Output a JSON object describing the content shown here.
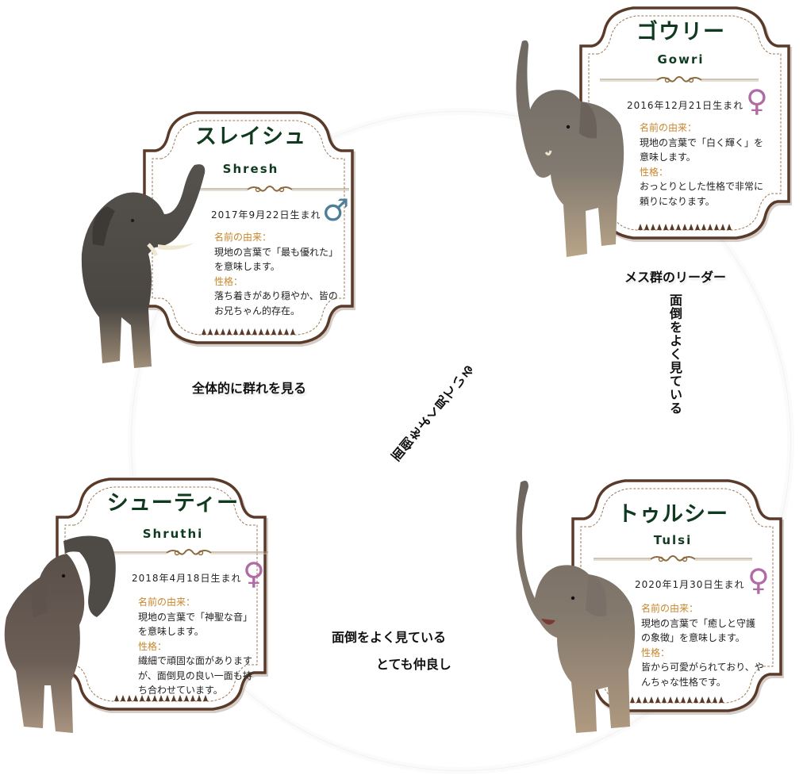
{
  "colors": {
    "frame_brown": "#5a3b2a",
    "dashed_line": "#9a7a5a",
    "name_green": "#0f3a1f",
    "label_orange": "#c8862c",
    "male_blue": "#4e7f98",
    "female_pink": "#b06aa5"
  },
  "elephants": [
    {
      "name_ja": "スレイシュ",
      "name_en": "Shresh",
      "birth": "2017年9月22日生まれ",
      "gender_icon": "male-symbol-icon",
      "gender_glyph": "♂",
      "name_origin_label": "名前の由来：",
      "name_origin_lines": [
        "現地の言葉で「最も優れた」",
        "を意味します。"
      ],
      "personality_label": "性格：",
      "personality_lines": [
        "落ち着きがあり穏やか、皆の",
        "お兄ちゃん的存在。"
      ],
      "caption": "全体的に群れを見る"
    },
    {
      "name_ja": "ゴウリー",
      "name_en": "Gowri",
      "birth": "2016年12月21日生まれ",
      "gender_icon": "female-symbol-icon",
      "gender_glyph": "♀",
      "name_origin_label": "名前の由来：",
      "name_origin_lines": [
        "現地の言葉で「白く輝く」を",
        "意味します。"
      ],
      "personality_label": "性格：",
      "personality_lines": [
        "おっとりとした性格で非常に",
        "頼りになります。"
      ],
      "caption": "メス群のリーダー"
    },
    {
      "name_ja": "シューティー",
      "name_en": "Shruthi",
      "birth": "2018年4月18日生まれ",
      "gender_icon": "female-symbol-icon",
      "gender_glyph": "♀",
      "name_origin_label": "名前の由来：",
      "name_origin_lines": [
        "現地の言葉で「神聖な音」",
        "を意味します。"
      ],
      "personality_label": "性格：",
      "personality_lines": [
        "繊細で頑固な面があります",
        "が、面倒見の良い一面も持",
        "ち合わせています。"
      ],
      "caption": ""
    },
    {
      "name_ja": "トゥルシー",
      "name_en": "Tulsi",
      "birth": "2020年1月30日生まれ",
      "gender_icon": "female-symbol-icon",
      "gender_glyph": "♀",
      "name_origin_label": "名前の由来：",
      "name_origin_lines": [
        "現地の言葉で「癒しと守護",
        "の象徴」を意味します。"
      ],
      "personality_label": "性格：",
      "personality_lines": [
        "皆から可愛がられており、や",
        "んちゃな性格です。"
      ],
      "caption": ""
    }
  ],
  "relationships": {
    "diagonal_center": "面倒をよく見ている",
    "gowri_to_tulsi": "面倒をよく見ている",
    "shruthi_tulsi_line1": "面倒をよく見ている",
    "shruthi_tulsi_line2": "とても仲良し"
  }
}
